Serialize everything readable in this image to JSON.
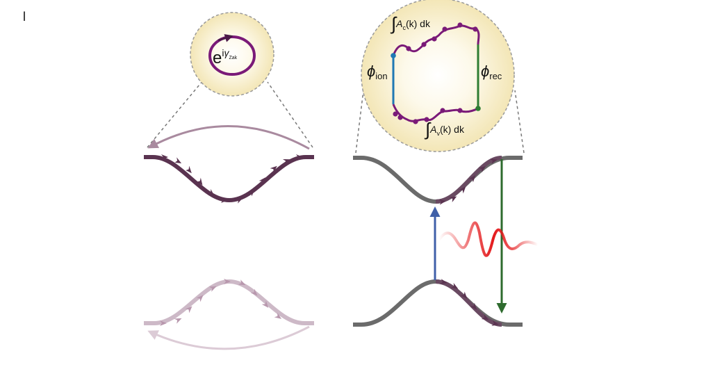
{
  "panel": {
    "letter": "l"
  },
  "left": {
    "inset": {
      "base": "e",
      "exp_i": "i",
      "exp_gamma": "γ",
      "exp_sub": "Zak"
    }
  },
  "right": {
    "inset": {
      "integral_c": "∫",
      "integral_c_A": "A",
      "integral_c_sub": "c",
      "integral_c_arg": "(k) dk",
      "integral_v": "∫",
      "integral_v_A": "A",
      "integral_v_sub": "v",
      "integral_v_arg": "(k) dk",
      "phi_ion": "ϕ",
      "phi_ion_sub": "ion",
      "phi_rec": "ϕ",
      "phi_rec_sub": "rec"
    }
  },
  "colors": {
    "band": "#6b6b6b",
    "band_arrows": "#5a3350",
    "loop": "#7a1a78",
    "ion": "#1f78b4",
    "rec": "#2e7d32",
    "excite_arrow": "#3f5fa8",
    "recomb_arrow": "#2e6b2e",
    "pulse": "#e41a1c",
    "inset_glow": "#f6ecc2"
  }
}
